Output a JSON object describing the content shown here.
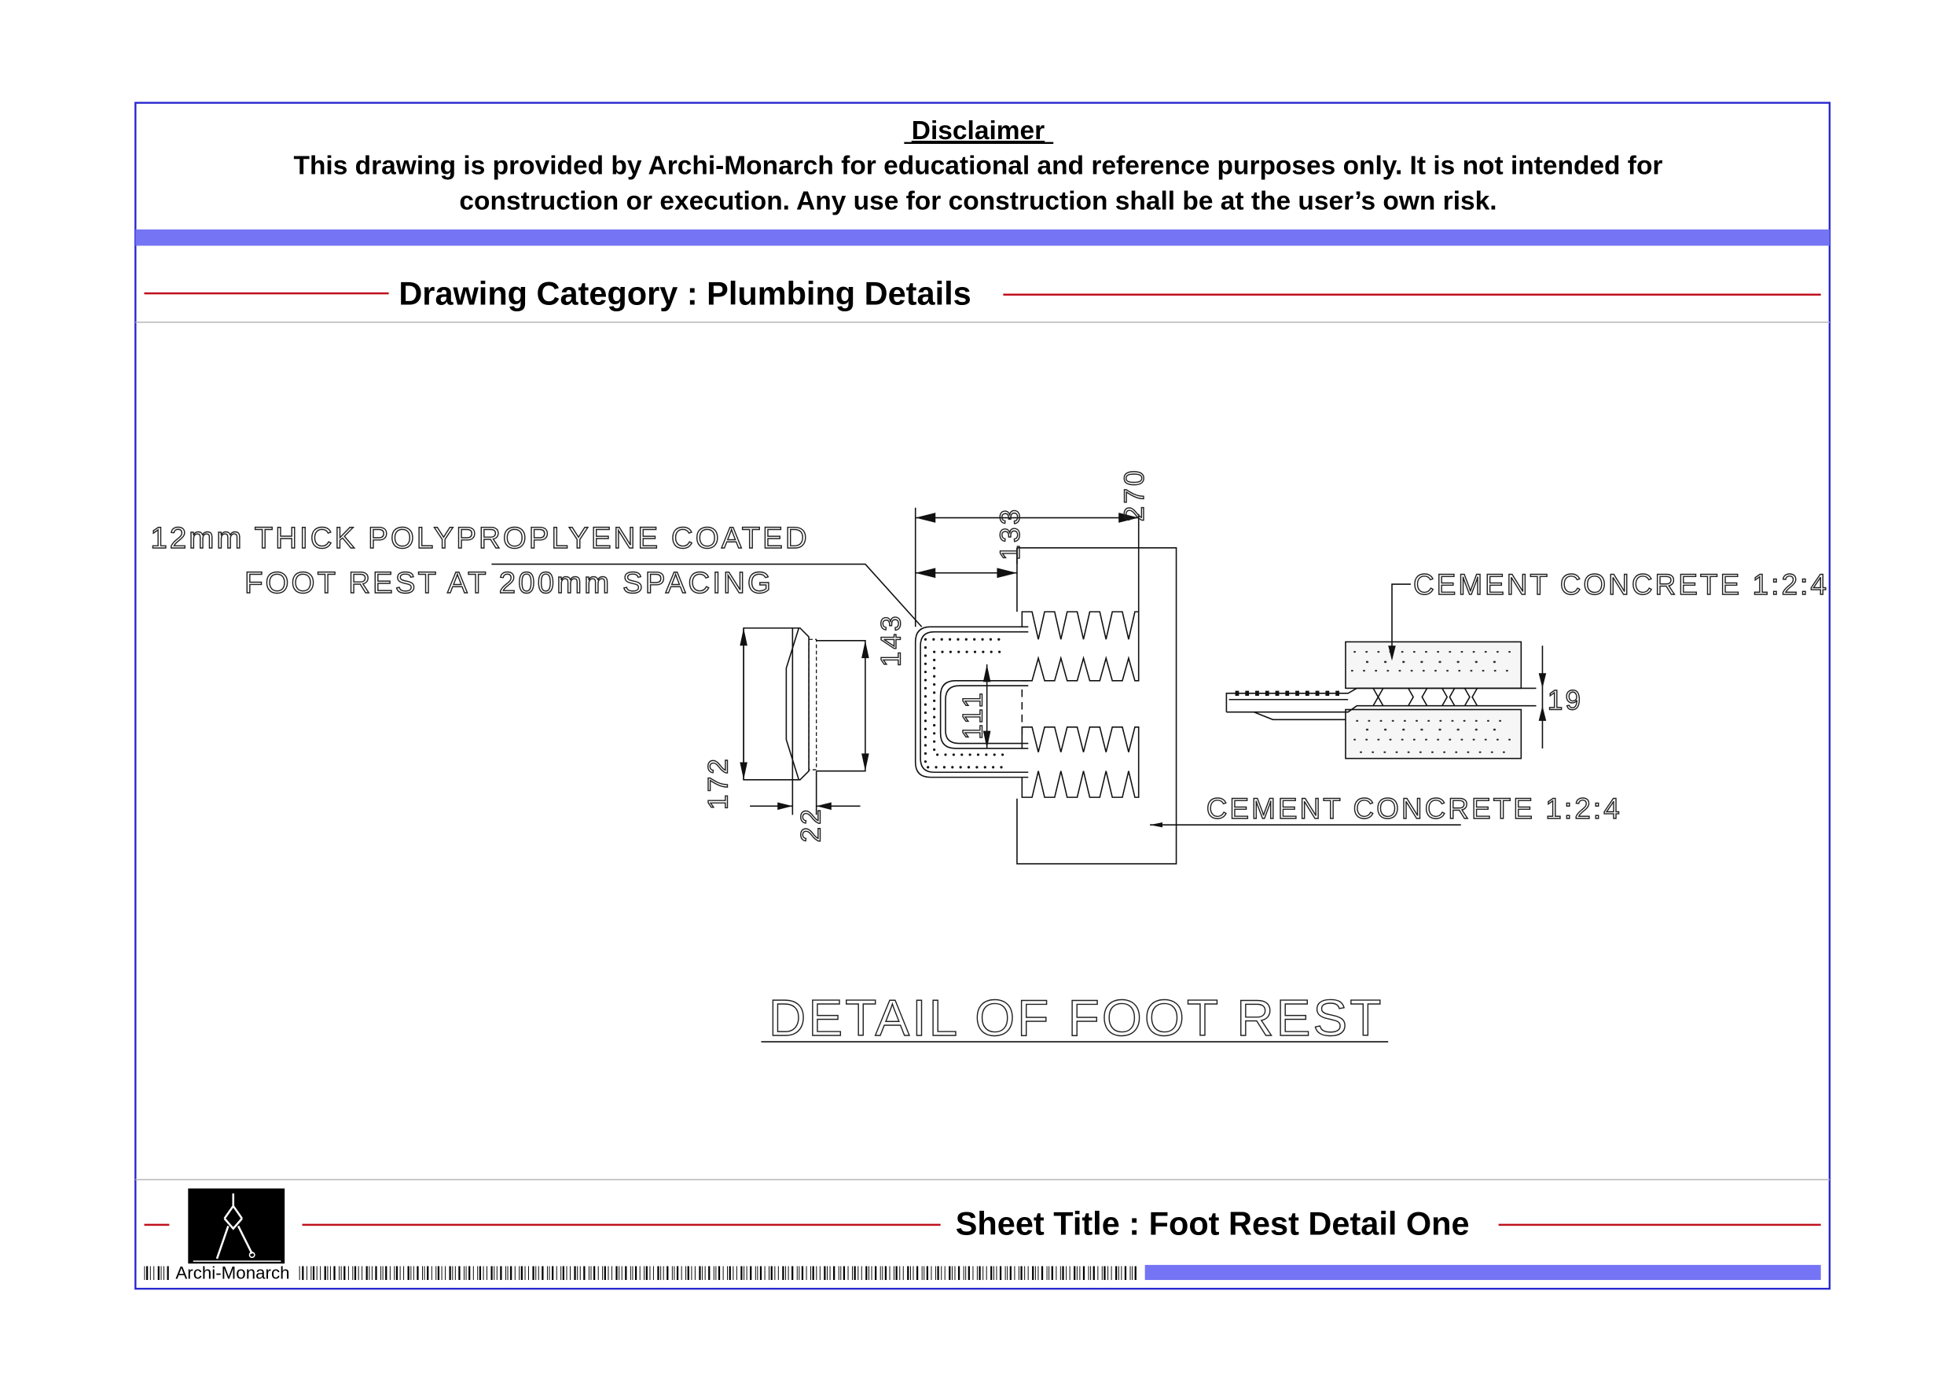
{
  "disclaimer": {
    "title": "Disclaimer",
    "line1": "This drawing is provided by Archi-Monarch for educational and reference purposes only. It is not intended for",
    "line2": "construction or execution. Any use for construction shall be at the user’s own risk."
  },
  "header": {
    "category": "Drawing Category : Plumbing Details"
  },
  "drawing": {
    "label_top_1": "12mm  THICK  POLYPROPLYENE  COATED",
    "label_top_2": "FOOT  REST  AT  200mm  SPACING",
    "label_right": "CEMENT  CONCRETE  1:2:4",
    "label_bottom": "CEMENT  CONCRETE  1:2:4",
    "title": "DETAIL  OF  FOOT  REST",
    "dims": {
      "d172": "172",
      "d22": "22",
      "d270": "270",
      "d133": "133",
      "d143": "143",
      "d111": "111",
      "d19": "19"
    }
  },
  "footer": {
    "sheet_title": "Sheet Title : Foot Rest Detail One",
    "brand": "Archi-Monarch"
  },
  "colors": {
    "frame": "#2a2ad0",
    "band": "#7474f4",
    "rule": "#c0101c"
  }
}
